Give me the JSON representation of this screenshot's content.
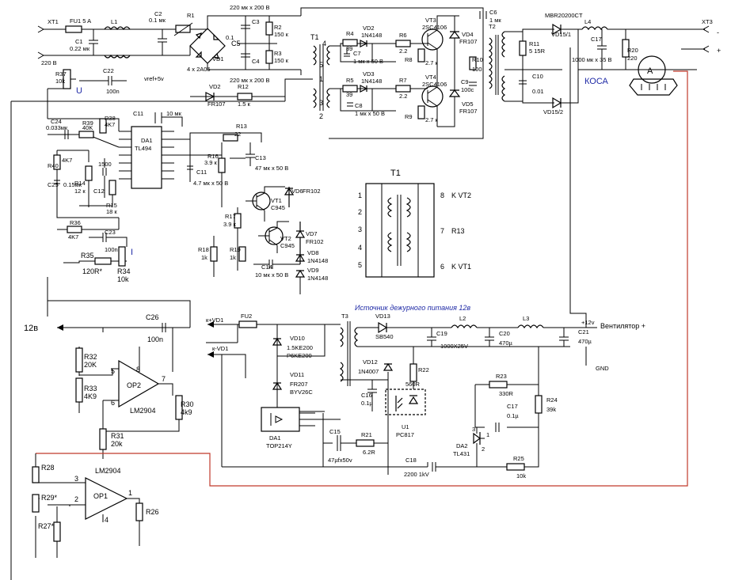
{
  "colors": {
    "line": "#000000",
    "blue_label": "#1f2aa6",
    "red_wire": "#c0392b",
    "background": "#ffffff"
  },
  "top": {
    "xt1": "XT1",
    "v220": "220 В",
    "fu1": "FU1  5 A",
    "c1": "C1",
    "c1v": "0.22 мк",
    "l1": "L1",
    "c2": "C2",
    "c2v": "0.1 мк",
    "r1": "R1",
    "c3": "C3",
    "c3cap": "220 мк x 200 В",
    "c4": "C4",
    "c4cap": "220 мк x 200 В",
    "c5": "C5",
    "r2": "R2",
    "r2v": "150 к",
    "r3": "R3",
    "r3v": "150 к",
    "vd1": "VD1",
    "vd1v": "4 x 2A05",
    "p01": "0.1",
    "t1": "T1",
    "r4": "R4",
    "r4v": "39",
    "vd2": "VD2",
    "vd2v": "1N4148",
    "c7": "C7",
    "c7v": "1 мк x 50 В",
    "r6": "R6",
    "r6v": "2.2",
    "r5": "R5",
    "r5v": "39",
    "vd3": "VD3",
    "vd3v": "1N4148",
    "c8": "C8",
    "c8v": "1 мк x 50 В",
    "r7": "R7",
    "r7v": "2.2",
    "vt3": "VT3",
    "vt3v": "2SC4106",
    "vt4": "VT4",
    "vt4v": "2SC4106",
    "r8": "R8",
    "r8v": "2.7 к",
    "r9": "R9",
    "r9v": "2.7 к",
    "vd4": "VD4",
    "vd4v": "FR107",
    "vd5": "VD5",
    "vd5v": "FR107",
    "c6": "C6",
    "c6v": "1 мк",
    "t2": "T2",
    "r10": "R10",
    "r10v": "100",
    "c9": "C9",
    "c9v": "100c",
    "mbr": "MBR20200CT",
    "vd15_1": "VD15/1",
    "vd15_2": "VD15/2",
    "l4": "L4",
    "r11": "R11",
    "r11v": "5 15R",
    "c10": "C10",
    "c10v": "0.01",
    "c17": "C17",
    "c17v": "1000 мк x 35 В",
    "r20": "R20",
    "r20v": "220",
    "meter": "A",
    "kosa": "КОСА",
    "xt3": "XT3",
    "minus": "-",
    "plus": "+"
  },
  "control": {
    "r37": "R37",
    "r37v": "10k",
    "u_label": "U",
    "c22": "C22",
    "c22v": "100n",
    "vref": "vref+5v",
    "vd2b": "VD2",
    "vd2bv": "FR107",
    "r12": "R12",
    "r12v": "1.5 к",
    "c24": "C24",
    "c24v": "0.033мк",
    "r39": "R39",
    "r39v": "40K",
    "r38": "R38",
    "r38v": "4K7",
    "c11top": "C11",
    "c11topv": "10 мк",
    "da1": "DA1",
    "tl494": "TL494",
    "r40": "R40",
    "r40v": "4K7",
    "c25": "C25",
    "c25v": "0.15мк",
    "r14": "R14",
    "r14v": "12 к",
    "c12": "C12",
    "c12v": "1500",
    "r15": "R15",
    "r15v": "18 к",
    "r36": "R36",
    "r36v": "4K7",
    "c23": "C23",
    "c23v": "100n",
    "i_label": "I",
    "r35": "R35",
    "r35v": "120R*",
    "r34": "R34",
    "r34v": "10k",
    "r13": "R13",
    "r13v": "22",
    "r16": "R16",
    "r16v": "3.9 к",
    "c13": "C13",
    "c13v": "47 мк x 50 В",
    "c11": "C11",
    "c11v": "4.7 мк x 50 В",
    "vt1": "VT1",
    "vt1v": "C945",
    "vd6": "VD6",
    "vd6v": "FR102",
    "r17": "R17",
    "r17v": "3.9 к",
    "vt2": "VT2",
    "vt2v": "C945",
    "vd7": "VD7",
    "vd7v": "FR102",
    "r18": "R18",
    "r18v": "1k",
    "r19": "R19",
    "r19v": "1k",
    "c14": "C14",
    "c14v": "10 мк x 50 В",
    "vd8": "VD8",
    "vd8v": "1N4148",
    "vd9": "VD9",
    "vd9v": "1N4148"
  },
  "t1_detail": {
    "title": "T1",
    "p1": "1",
    "p2": "2",
    "p3": "3",
    "p4": "4",
    "p5": "5",
    "p8": "8",
    "p7": "7",
    "p6": "6",
    "k_vt2": "K VT2",
    "r13": "R13",
    "k_vt1": "K VT1"
  },
  "standby": {
    "title": "Источник дежурного питания 12в",
    "kvd1p": "к+VD1",
    "kvd1m": "к-VD1",
    "fu2": "FU2",
    "t3": "T3",
    "vd13": "VD13",
    "vd13v": "SB540",
    "l2": "L2",
    "l3": "L3",
    "v12": "+12v",
    "fan": "Вентилятор +",
    "vd10": "VD10",
    "vd10v1": "1.5KE200",
    "vd10v2": "P6KE200",
    "vd11": "VD11",
    "vd11v1": "FR207",
    "vd11v2": "BYV26C",
    "vd12": "VD12",
    "vd12v": "1N4007",
    "c19": "C19",
    "c19v": "1000X25V",
    "c20": "C20",
    "c20v": "470µ",
    "c21": "C21",
    "c21v": "470µ",
    "gnd": "GND",
    "r22": "R22",
    "r22v": "560R",
    "c16": "C16",
    "c16v": "0.1µ",
    "r23": "R23",
    "r23v": "330R",
    "r24": "R24",
    "r24v": "39k",
    "c17": "C17",
    "c17v": "0.1µ",
    "u1": "U1",
    "u1v": "PC817",
    "da1": "DA1",
    "da1v": "TOP214Y",
    "c15": "C15",
    "c15v": "47µfx50v",
    "r21": "R21",
    "r21v": "6.2R",
    "da2": "DA2",
    "da2v": "TL431",
    "r25": "R25",
    "r25v": "10k",
    "c18": "C18",
    "c18v": "2200 1kV",
    "pin1": "1",
    "pin2": "2",
    "pin3": "3"
  },
  "opamps": {
    "v12": "12в",
    "c26": "C26",
    "c26v": "100n",
    "r32": "R32",
    "r32v": "20K",
    "r33": "R33",
    "r33v": "4K9",
    "op2": "OP2",
    "lm2904a": "LM2904",
    "r30": "R30",
    "r30v": "4k9",
    "r31": "R31",
    "r31v": "20k",
    "p5": "5",
    "p6": "6",
    "p7": "7",
    "p8": "8",
    "lm2904b": "LM2904",
    "r28": "R28",
    "r29": "R29*",
    "op1": "OP1",
    "r26": "R26",
    "r27": "R27*",
    "p1": "1",
    "p2": "2",
    "p3": "3",
    "p4": "4"
  }
}
